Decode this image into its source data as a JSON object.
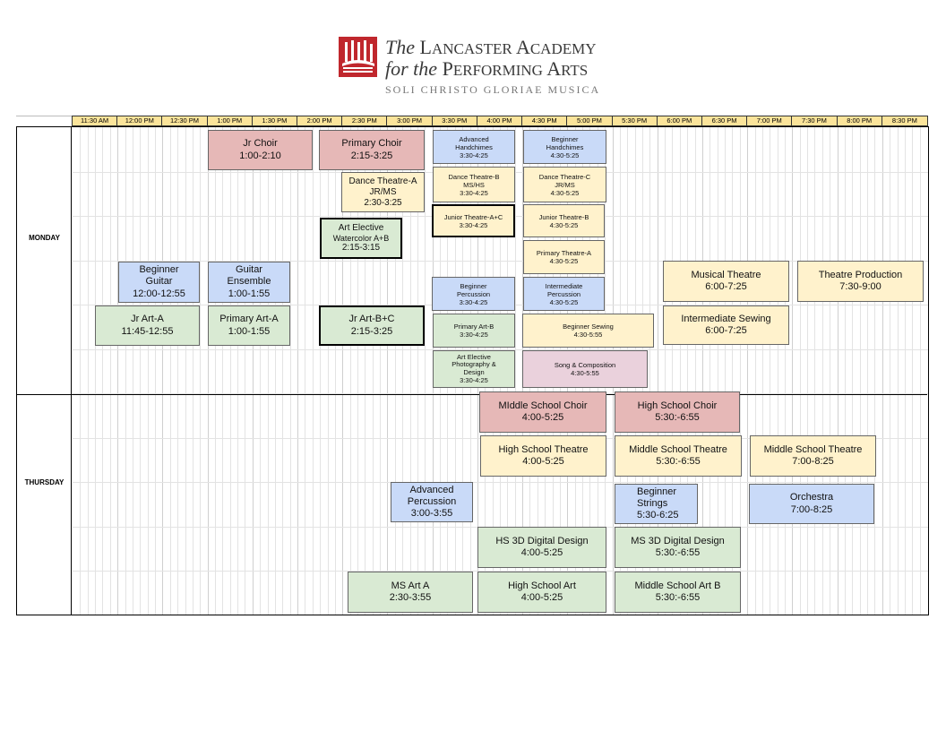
{
  "header": {
    "title_line1_the": "The ",
    "title_line1_first": "L",
    "title_line1_rest": "ANCASTER ",
    "title_line1_second": "A",
    "title_line1_end": "CADEMY",
    "title_line2_for": "for the ",
    "title_line2_first": "P",
    "title_line2_rest": "ERFORMING ",
    "title_line2_second": "A",
    "title_line2_end": "RTS",
    "motto": "SOLI CHRISTO GLORIAE MUSICA",
    "logo_icon": "castle-emblem-icon",
    "logo_color": "#c0272d"
  },
  "times": [
    "11:30 AM",
    "12:00 PM",
    "12:30 PM",
    "1:00 PM",
    "1:30 PM",
    "2:00 PM",
    "2:30 PM",
    "3:00 PM",
    "3:30 PM",
    "4:00 PM",
    "4:30 PM",
    "5:00 PM",
    "5:30 PM",
    "6:00 PM",
    "6:30 PM",
    "7:00 PM",
    "7:30 PM",
    "8:00 PM",
    "8:30 PM"
  ],
  "days": {
    "monday": "MONDAY",
    "thursday": "THURSDAY"
  },
  "colors": {
    "choir": "#e6b8b7",
    "music": "#c9daf8",
    "theatre": "#fff2cc",
    "art": "#d9ead3",
    "composition": "#ead1dc",
    "time_header": "#fbe49a"
  },
  "classes": [
    {
      "lines": [
        "Jr Choir",
        "1:00-2:10"
      ]
    },
    {
      "lines": [
        "Primary Choir",
        "2:15-3:25"
      ]
    },
    {
      "lines": [
        "Advanced",
        "Handchimes",
        "3:30-4:25"
      ]
    },
    {
      "lines": [
        "Beginner",
        "Handchimes",
        "4:30-5:25"
      ]
    },
    {
      "lines": [
        "Dance Theatre-A",
        "JR/MS",
        "2:30-3:25"
      ]
    },
    {
      "lines": [
        "Dance Theatre-B",
        "MS/HS",
        "3:30-4:25"
      ]
    },
    {
      "lines": [
        "Dance Theatre-C",
        "JR/MS",
        "4:30-5:25"
      ]
    },
    {
      "lines": [
        "Art Elective",
        "Watercolor A+B",
        "2:15-3:15"
      ]
    },
    {
      "lines": [
        "Junior Theatre-A+C",
        "3:30-4:25"
      ]
    },
    {
      "lines": [
        "Junior Theatre-B",
        "4:30-5:25"
      ]
    },
    {
      "lines": [
        "Primary Theatre-A",
        "4:30-5:25"
      ]
    },
    {
      "lines": [
        "Beginner",
        "Guitar",
        "12:00-12:55"
      ]
    },
    {
      "lines": [
        "Guitar",
        "Ensemble",
        "1:00-1:55"
      ]
    },
    {
      "lines": [
        "Beginner",
        "Percussion",
        "3:30-4:25"
      ]
    },
    {
      "lines": [
        "Intermediate",
        "Percussion",
        "4:30-5:25"
      ]
    },
    {
      "lines": [
        "Musical Theatre",
        "6:00-7:25"
      ]
    },
    {
      "lines": [
        "Theatre Production",
        "7:30-9:00"
      ]
    },
    {
      "lines": [
        "Jr Art-A",
        "11:45-12:55"
      ]
    },
    {
      "lines": [
        "Primary Art-A",
        "1:00-1:55"
      ]
    },
    {
      "lines": [
        "Jr Art-B+C",
        "2:15-3:25"
      ]
    },
    {
      "lines": [
        "Primary Art-B",
        "3:30-4:25"
      ]
    },
    {
      "lines": [
        "Beginner Sewing",
        "4:30-5:55"
      ]
    },
    {
      "lines": [
        "Intermediate Sewing",
        "6:00-7:25"
      ]
    },
    {
      "lines": [
        "Art Elective",
        "Photography &",
        "Design",
        "3:30-4:25"
      ]
    },
    {
      "lines": [
        "Song & Composition",
        "4:30-5:55"
      ]
    },
    {
      "lines": [
        "MIddle School Choir",
        "4:00-5:25"
      ]
    },
    {
      "lines": [
        "High School Choir",
        "5:30:-6:55"
      ]
    },
    {
      "lines": [
        "High School Theatre",
        "4:00-5:25"
      ]
    },
    {
      "lines": [
        "Middle School Theatre",
        "5:30:-6:55"
      ]
    },
    {
      "lines": [
        "Middle School Theatre",
        "7:00-8:25"
      ]
    },
    {
      "lines": [
        "Advanced",
        "Percussion",
        "3:00-3:55"
      ]
    },
    {
      "lines": [
        "Beginner",
        "Strings",
        "5:30-6:25"
      ]
    },
    {
      "lines": [
        "Orchestra",
        "7:00-8:25"
      ]
    },
    {
      "lines": [
        "HS 3D Digital Design",
        "4:00-5:25"
      ]
    },
    {
      "lines": [
        "MS 3D Digital Design",
        "5:30:-6:55"
      ]
    },
    {
      "lines": [
        "MS Art A",
        "2:30-3:55"
      ]
    },
    {
      "lines": [
        "High School Art",
        "4:00-5:25"
      ]
    },
    {
      "lines": [
        "Middle School Art B",
        "5:30:-6:55"
      ]
    }
  ]
}
